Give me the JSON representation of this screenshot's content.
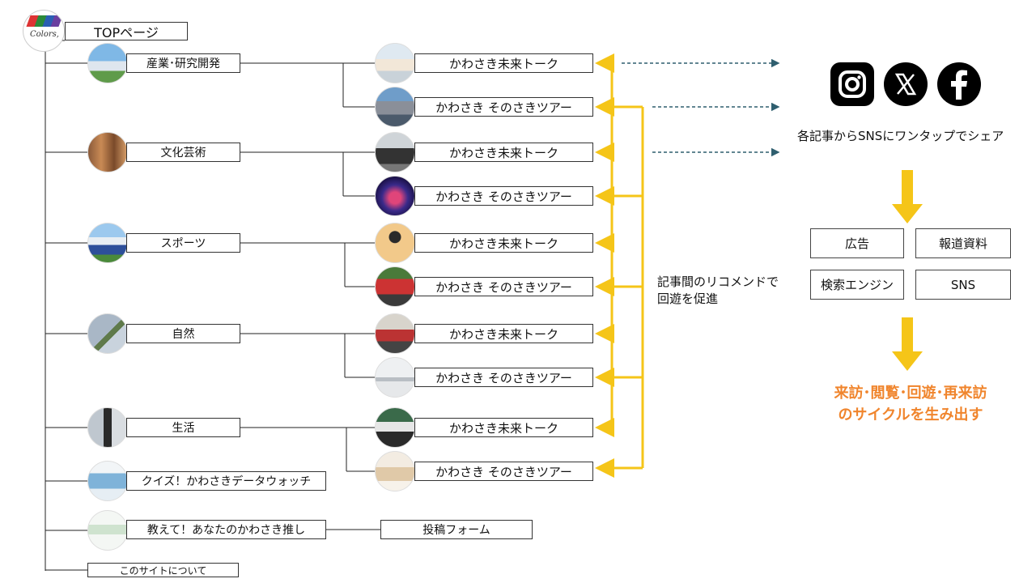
{
  "logo": {
    "name": "Colors,"
  },
  "top": {
    "label": "TOPページ"
  },
  "categories": [
    {
      "label": "産業･研究開発",
      "icon": "building-photo",
      "talk": "かわさき未来トーク",
      "tour": "かわさき そのさきツアー"
    },
    {
      "label": "文化芸術",
      "icon": "organ-photo",
      "talk": "かわさき未来トーク",
      "tour": "かわさき そのさきツアー"
    },
    {
      "label": "スポーツ",
      "icon": "stadium-photo",
      "talk": "かわさき未来トーク",
      "tour": "かわさき そのさきツアー"
    },
    {
      "label": "自然",
      "icon": "plant-photo",
      "talk": "かわさき未来トーク",
      "tour": "かわさき そのさきツアー"
    },
    {
      "label": "生活",
      "icon": "street-photo",
      "talk": "かわさき未来トーク",
      "tour": "かわさき そのさきツアー"
    }
  ],
  "extras": {
    "quiz": "クイズ！かわさきデータウォッチ",
    "oshi": "教えて！あなたのかわさき推し",
    "form": "投稿フォーム",
    "about": "このサイトについて"
  },
  "recommend_note": {
    "line1": "記事間のリコメンドで",
    "line2": "回遊を促進"
  },
  "sns": {
    "icons": [
      "instagram-icon",
      "x-icon",
      "facebook-icon"
    ],
    "caption": "各記事からSNSにワンタップでシェア"
  },
  "channels": [
    "広告",
    "報道資料",
    "検索エンジン",
    "SNS"
  ],
  "cycle": {
    "line1": "来訪･閲覧･回遊･再来訪",
    "line2": "のサイクルを生み出す"
  },
  "colors": {
    "arrow_yellow": "#f5c518",
    "dashed_teal": "#2f5f6f",
    "orange": "#f0852d"
  }
}
